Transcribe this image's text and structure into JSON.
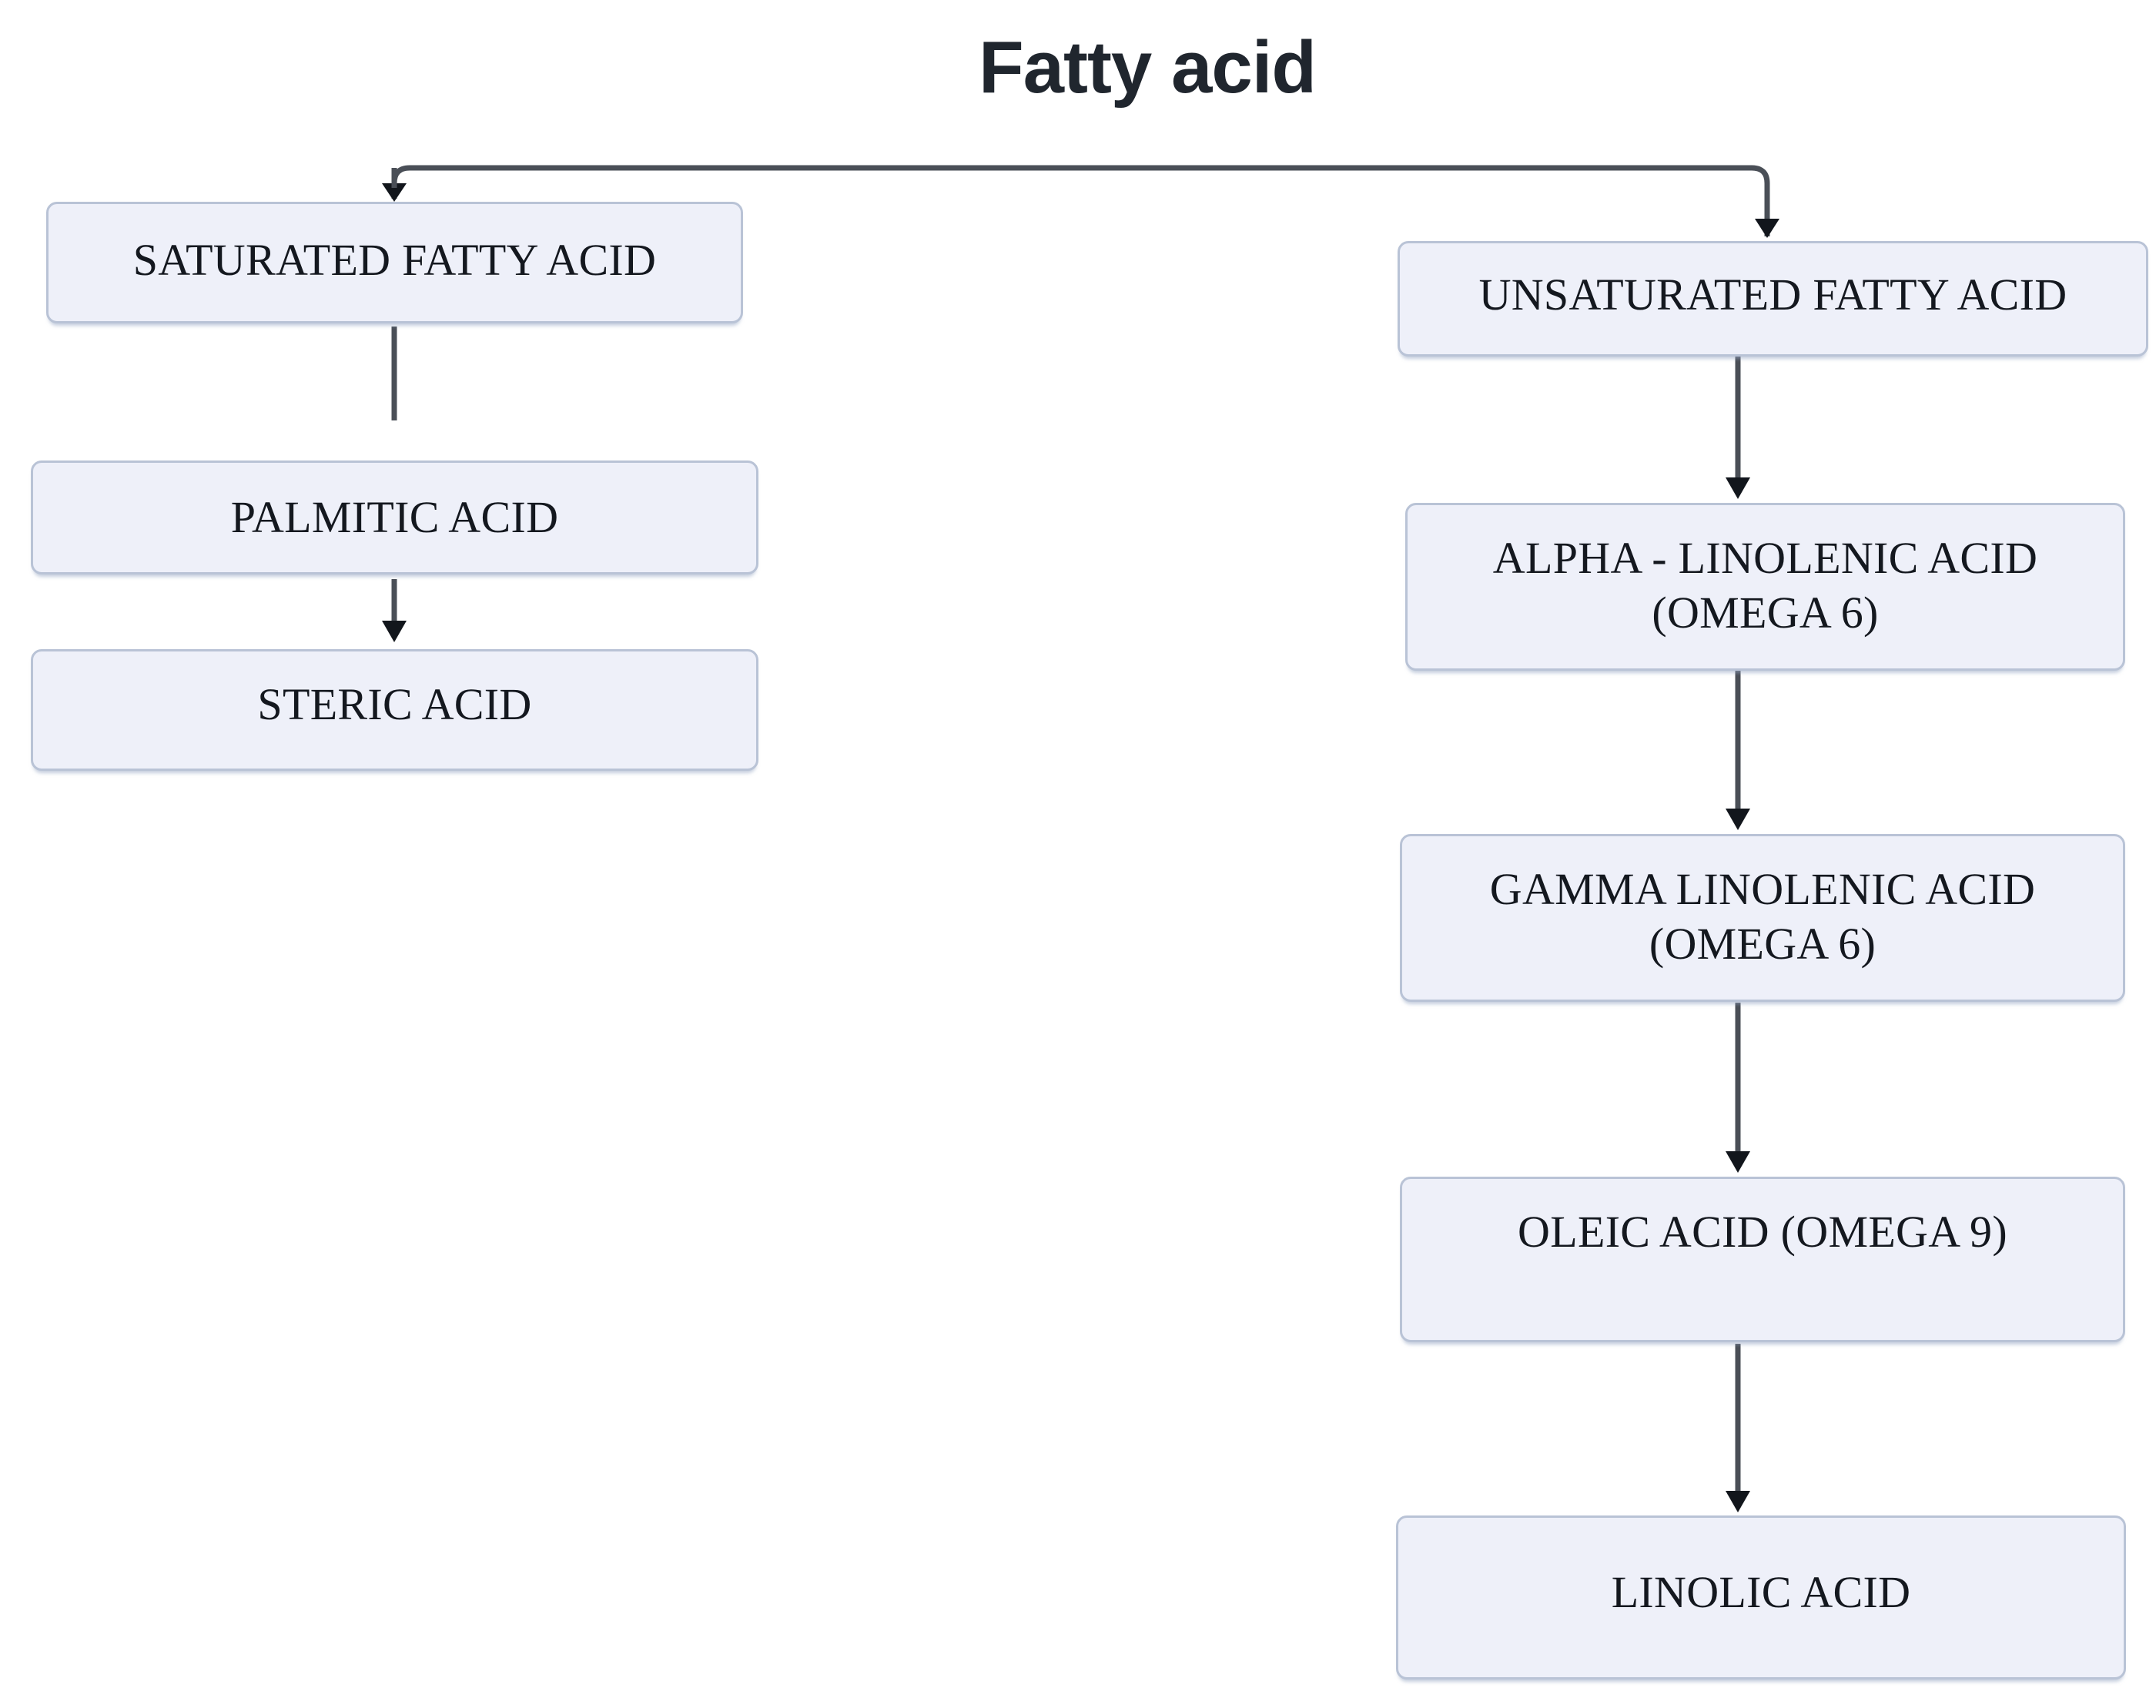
{
  "diagram": {
    "title": "Fatty acid",
    "type": "flowchart",
    "orientation": "top-down",
    "colors": {
      "node_fill": "#eef0f9",
      "node_border": "#b9c3d6",
      "node_text": "#14181f",
      "title_text": "#20262e",
      "connector": "#4a4f57",
      "background": "#ffffff"
    },
    "nodes": [
      {
        "id": "saturated",
        "label": "SATURATED FATTY ACID"
      },
      {
        "id": "palmitic",
        "label": "PALMITIC ACID"
      },
      {
        "id": "steric",
        "label": "STERIC ACID"
      },
      {
        "id": "unsaturated",
        "label": "UNSATURATED FATTY ACID"
      },
      {
        "id": "alpha",
        "label": "ALPHA - LINOLENIC ACID\n(OMEGA 6)"
      },
      {
        "id": "gamma",
        "label": "GAMMA LINOLENIC ACID\n(OMEGA 6)"
      },
      {
        "id": "oleic",
        "label": "OLEIC ACID (OMEGA  9)"
      },
      {
        "id": "linolic",
        "label": "LINOLIC ACID"
      }
    ],
    "edges": [
      {
        "from": "title",
        "to": "saturated",
        "arrow": true
      },
      {
        "from": "title",
        "to": "unsaturated",
        "arrow": true
      },
      {
        "from": "saturated",
        "to": "palmitic",
        "arrow": false
      },
      {
        "from": "palmitic",
        "to": "steric",
        "arrow": true
      },
      {
        "from": "unsaturated",
        "to": "alpha",
        "arrow": true
      },
      {
        "from": "alpha",
        "to": "gamma",
        "arrow": true
      },
      {
        "from": "gamma",
        "to": "oleic",
        "arrow": true
      },
      {
        "from": "oleic",
        "to": "linolic",
        "arrow": true
      }
    ]
  }
}
